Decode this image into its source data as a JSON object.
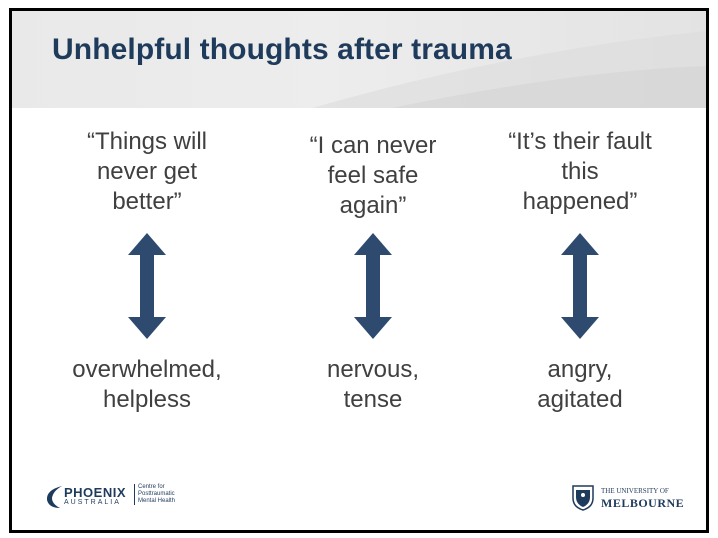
{
  "slide": {
    "title": "Unhelpful thoughts after trauma",
    "columns": [
      {
        "quote": [
          "“Things will",
          "never get",
          "better”"
        ],
        "feeling": [
          "overwhelmed,",
          "helpless"
        ]
      },
      {
        "quote": [
          "“I can never",
          "feel safe",
          "again”"
        ],
        "feeling": [
          "nervous,",
          "tense"
        ]
      },
      {
        "quote": [
          "“It’s their fault",
          "this",
          "happened”"
        ],
        "feeling": [
          "angry,",
          "agitated"
        ]
      }
    ],
    "arrow_color": "#2e4a6e",
    "title_color": "#1f3b5c"
  },
  "logos": {
    "phoenix": {
      "name": "PHOENIX",
      "sub": "AUSTRALIA",
      "centre": [
        "Centre for",
        "Posttraumatic",
        "Mental Health"
      ]
    },
    "melbourne": {
      "top": "THE UNIVERSITY OF",
      "main": "MELBOURNE"
    }
  }
}
